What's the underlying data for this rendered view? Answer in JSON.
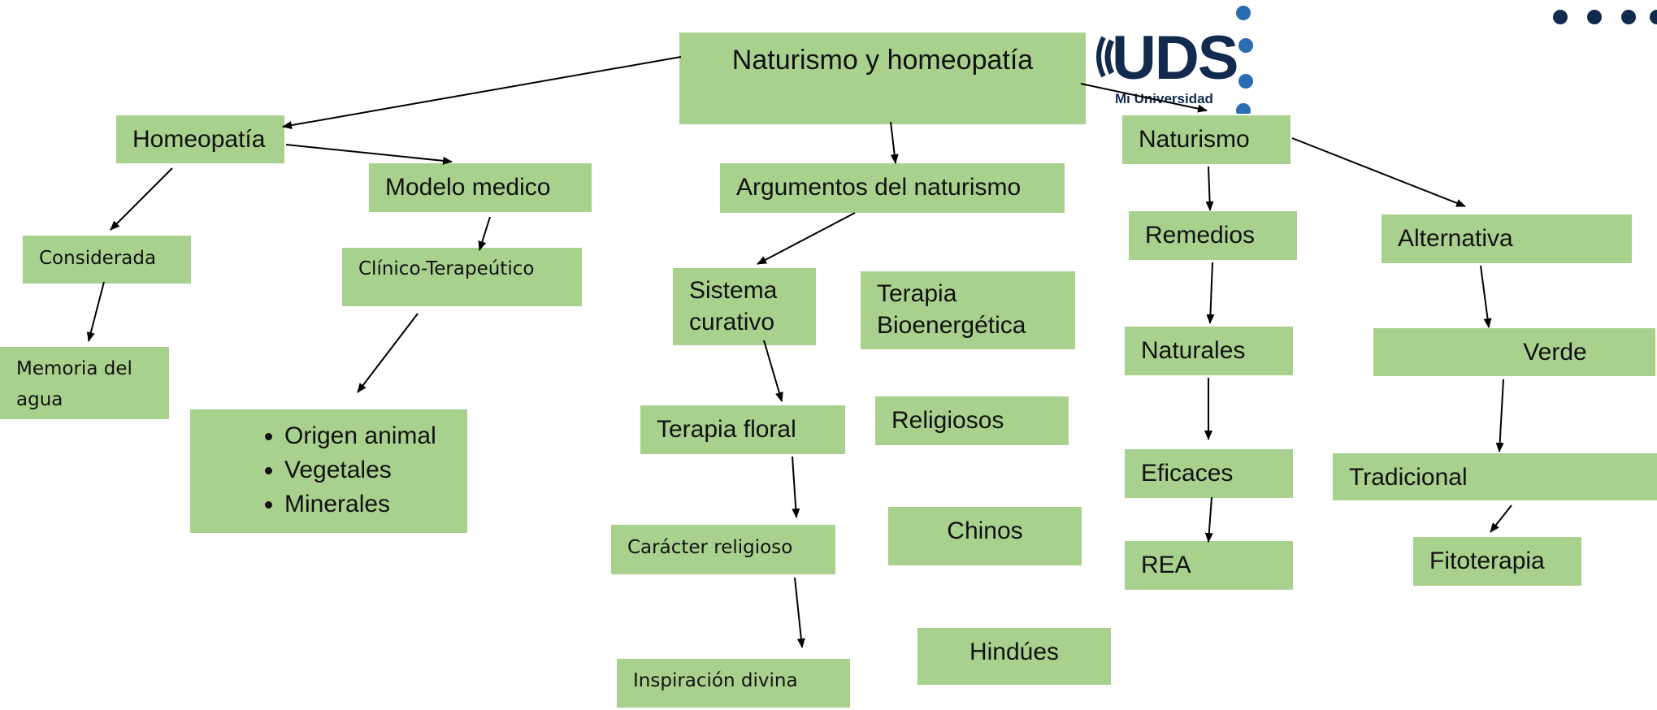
{
  "logo": {
    "brand": "UDS",
    "subtitle": "Mi Universidad"
  },
  "nodes": {
    "root": "Naturismo y homeopatía",
    "homeopatia": "Homeopatía",
    "modelo_medico": "Modelo medico",
    "considerada": "Considerada",
    "clinico": "Clínico-Terapeútico",
    "memoria": "Memoria del agua",
    "origen": [
      "Origen animal",
      "Vegetales",
      "Minerales"
    ],
    "argumentos": "Argumentos del naturismo",
    "sistema": "Sistema curativo",
    "terapia_bio": "Terapia Bioenergética",
    "terapia_floral": "Terapia floral",
    "religiosos": "Religiosos",
    "caracter": "Carácter religioso",
    "chinos": "Chinos",
    "inspiracion": "Inspiración divina",
    "hindues": "Hindúes",
    "naturismo": "Naturismo",
    "remedios": "Remedios",
    "naturales": "Naturales",
    "eficaces": "Eficaces",
    "rea": "REA",
    "alternativa": "Alternativa",
    "verde": "Verde",
    "tradicional": "Tradicional",
    "fitoterapia": "Fitoterapia"
  },
  "colors": {
    "node_fill": "#a9d18e",
    "logo_blue": "#132a4f",
    "dot_blue": "#2b6cb0"
  }
}
